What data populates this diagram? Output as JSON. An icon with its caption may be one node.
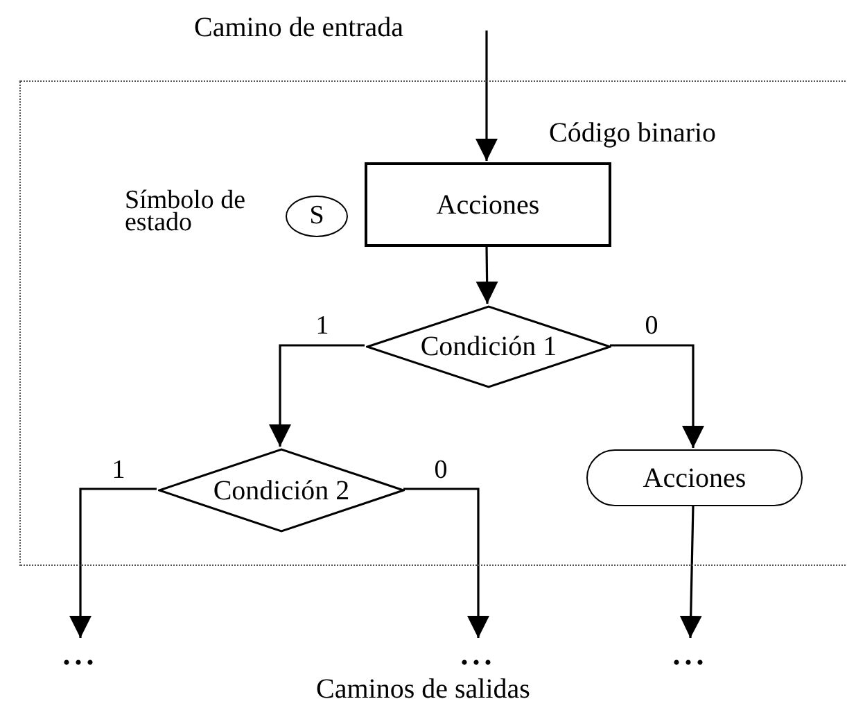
{
  "diagram": {
    "nodes": [
      {
        "text": [
          "Código binario"
        ]
      },
      {
        "text": [
          "S"
        ],
        "beside": [
          "Símbolo de estado"
        ],
        "in": 0
      },
      {
        "text": [
          "Acciones"
        ],
        "in": 0
      },
      {
        "text": [
          "Condición 1"
        ],
        "in": 0
      },
      {
        "text": [
          "Condición 2"
        ],
        "in": 0
      },
      {
        "text": [
          "Acciones"
        ],
        "in": 0
      },
      {
        "text": [
          "..."
        ]
      },
      {
        "text": [
          "..."
        ]
      },
      {
        "text": [
          "..."
        ]
      }
    ],
    "edges": [
      {
        "from": null,
        "to": 2,
        "arrow": "to"
      },
      {
        "from": 2,
        "to": 3,
        "arrow": "to"
      },
      {
        "from": 3,
        "to": 4,
        "arrow": "to",
        "label": "1"
      },
      {
        "from": 3,
        "to": 5,
        "arrow": "to",
        "label": "0"
      },
      {
        "from": 4,
        "to": 6,
        "arrow": "to",
        "label": "1"
      },
      {
        "from": 4,
        "to": 7,
        "arrow": "to",
        "label": "0"
      },
      {
        "from": 5,
        "to": 8,
        "arrow": "to"
      }
    ],
    "labels": [
      "Camino de entrada",
      "Caminos de salidas"
    ]
  }
}
